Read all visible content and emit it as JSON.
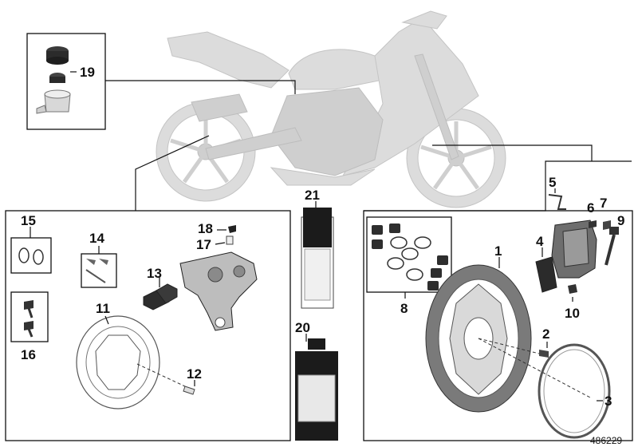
{
  "diagram": {
    "callouts": {
      "c1": "1",
      "c2": "2",
      "c3": "3",
      "c4": "4",
      "c5": "5",
      "c6": "6",
      "c7": "7",
      "c8": "8",
      "c9": "9",
      "c10": "10",
      "c11": "11",
      "c12": "12",
      "c13": "13",
      "c14": "14",
      "c15": "15",
      "c16": "16",
      "c17": "17",
      "c18": "18",
      "c19": "19",
      "c20": "20",
      "c21": "21"
    },
    "document_number": "486229"
  }
}
